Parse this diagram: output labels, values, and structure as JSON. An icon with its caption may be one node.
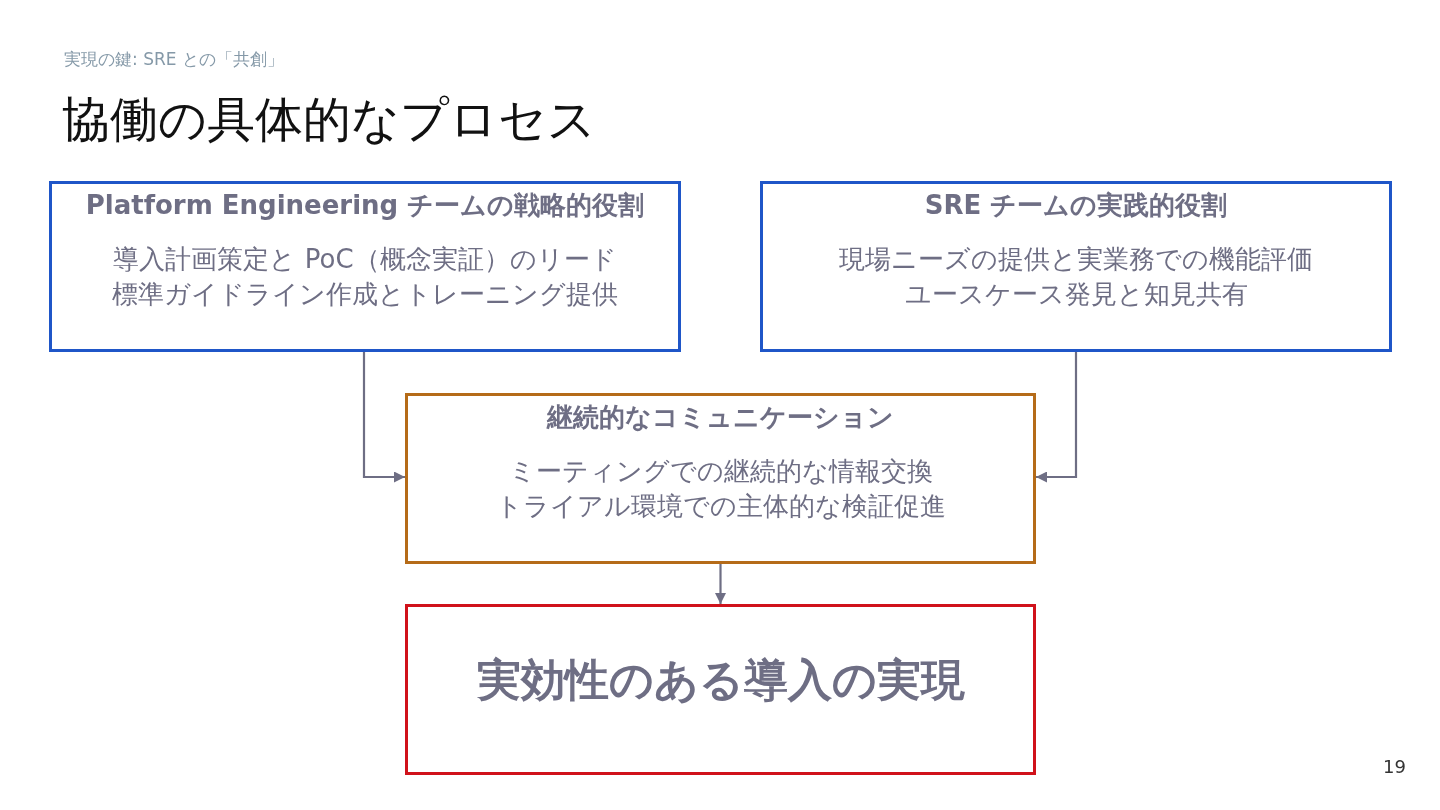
{
  "diagram": {
    "title": "協働の具体的なプロセス",
    "nodes": [
      {
        "text": [
          "Platform Engineering チームの戦略的役割",
          "導入計画策定と PoC（概念実証）のリード",
          "標準ガイドライン作成とトレーニング提供"
        ]
      },
      {
        "text": [
          "SRE チームの実践的役割",
          "現場ニーズの提供と実業務での機能評価",
          "ユースケース発見と知見共有"
        ]
      },
      {
        "text": [
          "継続的なコミュニケーション",
          "ミーティングでの継続的な情報交換",
          "トライアル環境での主体的な検証促進"
        ]
      },
      {
        "text": [
          "実効性のある導入の実現"
        ]
      }
    ],
    "edges": [
      {
        "from": 0,
        "to": 2,
        "arrow": "to"
      },
      {
        "from": 1,
        "to": 2,
        "arrow": "to"
      },
      {
        "from": 2,
        "to": 3,
        "arrow": "to"
      }
    ],
    "labels": [
      "実現の鍵: SRE との「共創」",
      "19"
    ]
  }
}
